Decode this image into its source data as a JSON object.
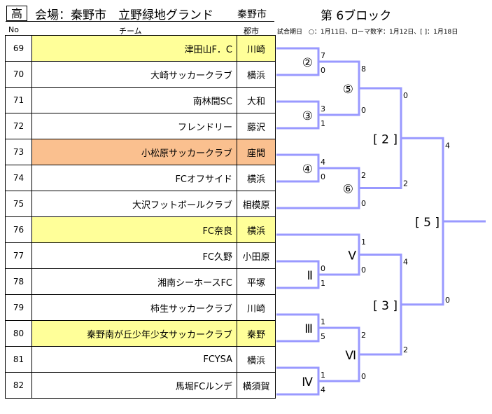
{
  "header": {
    "grade": "高",
    "venue": "会場：秦野市　立野緑地グランド",
    "city": "秦野市",
    "block": "第 6ブロック"
  },
  "columns": {
    "no": "No",
    "team": "チーム",
    "city": "郡市"
  },
  "dates_note": "試合期日　○：1月11日、ローマ数字：1月12日、[ ]：1月18日",
  "teams": [
    {
      "no": "69",
      "name": "津田山F．C",
      "city": "川崎",
      "highlight": "yellow"
    },
    {
      "no": "70",
      "name": "大崎サッカークラブ",
      "city": "横浜",
      "highlight": ""
    },
    {
      "no": "71",
      "name": "南林間SC",
      "city": "大和",
      "highlight": ""
    },
    {
      "no": "72",
      "name": "フレンドリー",
      "city": "藤沢",
      "highlight": ""
    },
    {
      "no": "73",
      "name": "小松原サッカークラブ",
      "city": "座間",
      "highlight": "orange"
    },
    {
      "no": "74",
      "name": "FCオフサイド",
      "city": "横浜",
      "highlight": ""
    },
    {
      "no": "75",
      "name": "大沢フットボールクラブ",
      "city": "相模原",
      "highlight": ""
    },
    {
      "no": "76",
      "name": "FC奈良",
      "city": "横浜",
      "highlight": "yellow"
    },
    {
      "no": "77",
      "name": "FC久野",
      "city": "小田原",
      "highlight": ""
    },
    {
      "no": "78",
      "name": "湘南シーホースFC",
      "city": "平塚",
      "highlight": ""
    },
    {
      "no": "79",
      "name": "柿生サッカークラブ",
      "city": "川崎",
      "highlight": ""
    },
    {
      "no": "80",
      "name": "秦野南が丘少年少女サッカークラブ",
      "city": "秦野",
      "highlight": "yellow"
    },
    {
      "no": "81",
      "name": "FCYSA",
      "city": "横浜",
      "highlight": ""
    },
    {
      "no": "82",
      "name": "馬堀FCルンデ",
      "city": "横須賀",
      "highlight": ""
    }
  ],
  "bracket": {
    "color": "#9999ff",
    "matches": [
      {
        "label": "②",
        "score_top": "7",
        "score_bottom": "0"
      },
      {
        "label": "③",
        "score_top": "3",
        "score_bottom": "1"
      },
      {
        "label": "④",
        "score_top": "4",
        "score_bottom": "0"
      },
      {
        "label": "⑤",
        "score_top": "8",
        "score_bottom": "0"
      },
      {
        "label": "⑥",
        "score_top": "2",
        "score_bottom": "0"
      },
      {
        "label": "Ⅱ",
        "score_top": "0",
        "score_bottom": "1"
      },
      {
        "label": "Ⅲ",
        "score_top": "1",
        "score_bottom": "5"
      },
      {
        "label": "Ⅳ",
        "score_top": "1",
        "score_bottom": "4"
      },
      {
        "label": "Ⅴ",
        "score_top": "1",
        "score_bottom": "0"
      },
      {
        "label": "Ⅵ",
        "score_top": "2",
        "score_bottom": "0"
      },
      {
        "label": "[ 2 ]",
        "score_top": "0",
        "score_bottom": "2"
      },
      {
        "label": "[ 3 ]",
        "score_top": "4",
        "score_bottom": "2"
      },
      {
        "label": "[ 5 ]",
        "score_top": "4",
        "score_bottom": "0"
      }
    ]
  }
}
